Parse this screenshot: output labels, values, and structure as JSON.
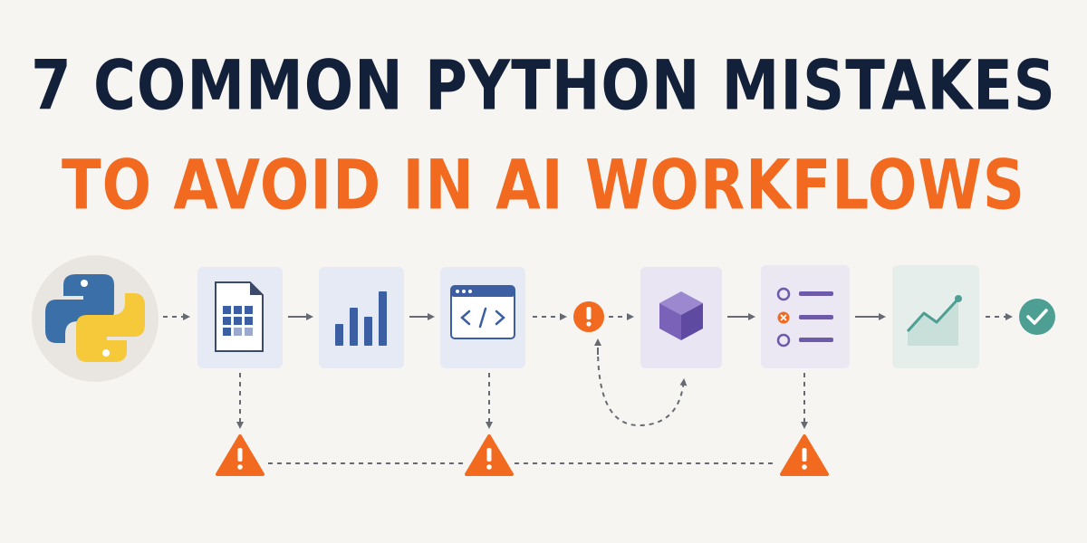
{
  "title": {
    "line1": "7 COMMON PYTHON MISTAKES",
    "line2": "TO AVOID IN AI WORKFLOWS"
  },
  "colors": {
    "background": "#f7f5f1",
    "title_dark": "#13203a",
    "title_accent": "#f26a1f",
    "warning": "#f26a1f",
    "success": "#4d9f93",
    "connector": "#666a72",
    "python_blue": "#3b6fa8",
    "python_yellow": "#f5c93a"
  },
  "flow": {
    "nodes": [
      {
        "id": "python",
        "icon": "python-logo-icon"
      },
      {
        "id": "data-file",
        "icon": "spreadsheet-file-icon"
      },
      {
        "id": "bar-chart",
        "icon": "bar-chart-icon"
      },
      {
        "id": "code",
        "icon": "code-window-icon"
      },
      {
        "id": "error",
        "icon": "exclamation-icon"
      },
      {
        "id": "cube",
        "icon": "cube-icon"
      },
      {
        "id": "checklist",
        "icon": "checklist-icon"
      },
      {
        "id": "line-chart",
        "icon": "line-chart-icon"
      },
      {
        "id": "done",
        "icon": "checkmark-icon"
      }
    ],
    "warnings": [
      {
        "id": "warning-1",
        "icon": "warning-triangle-icon"
      },
      {
        "id": "warning-2",
        "icon": "warning-triangle-icon"
      },
      {
        "id": "warning-3",
        "icon": "warning-triangle-icon"
      }
    ]
  }
}
